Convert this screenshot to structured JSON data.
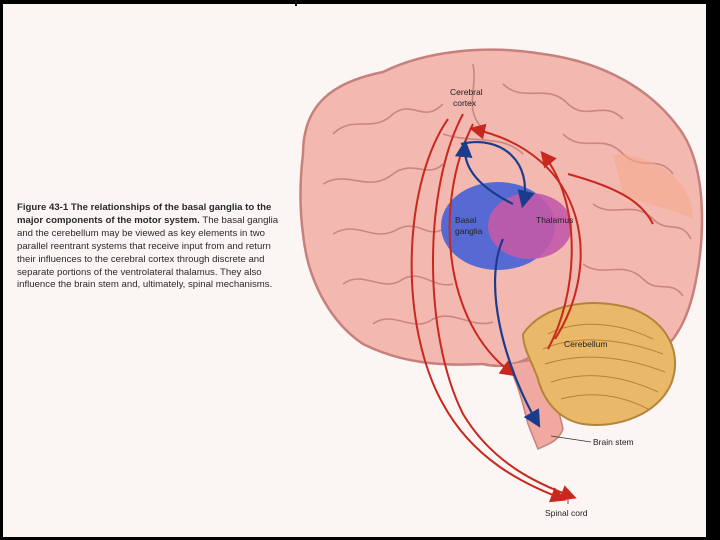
{
  "figure": {
    "number": "Figure 43-1",
    "lead": "The relationships of the basal ganglia to the major components of the motor system.",
    "body": "The basal ganglia and the cerebellum may be viewed as key elements in two parallel reentrant systems that receive input from and return their influences to the cerebral cortex through discrete and separate portions of the ventrolateral thalamus. They also influence the brain stem and, ultimately, spinal mechanisms."
  },
  "labels": {
    "cerebral_cortex_line1": "Cerebral",
    "cerebral_cortex_line2": "cortex",
    "basal_ganglia_line1": "Basal",
    "basal_ganglia_line2": "ganglia",
    "thalamus": "Thalamus",
    "cerebellum": "Cerebellum",
    "brain_stem": "Brain stem",
    "spinal_cord": "Spinal cord"
  },
  "colors": {
    "brain": "#f3b8b0",
    "brain_outline": "#c7807c",
    "basal_ganglia": "#4a63d6",
    "thalamus": "#c45aa8",
    "cerebellum": "#e9b868",
    "red_pathway": "#c8281e",
    "blue_pathway": "#1b3c8c"
  }
}
